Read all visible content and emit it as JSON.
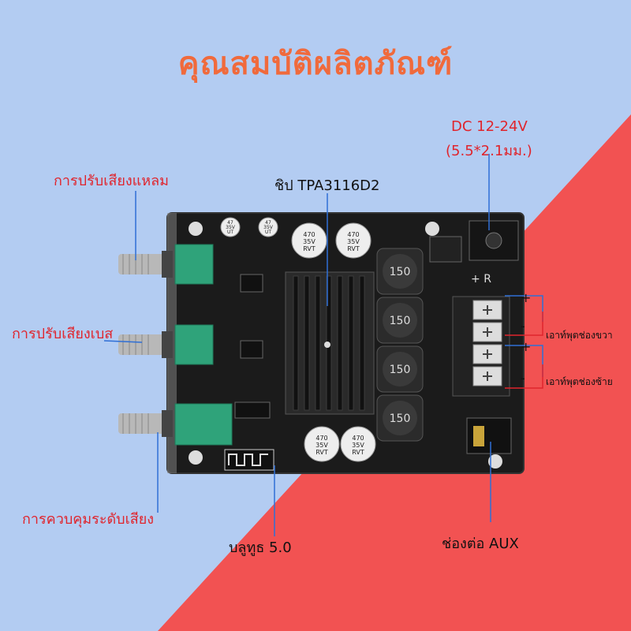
{
  "page": {
    "title": "คุณสมบัติผลิตภัณฑ์",
    "colors": {
      "background_blue": "#b3ccf2",
      "background_red": "#f25252",
      "title": "#f06a3c",
      "label_red": "#e0242c",
      "leader_line": "#2f6fd6",
      "board": "#1a1a1a",
      "knob_green": "#2fa37a"
    }
  },
  "labels": {
    "treble": "การปรับเสียงแหลม",
    "bass": "การปรับเสียงเบส",
    "volume": "การควบคุมระดับเสียง",
    "chip": "ชิป TPA3116D2",
    "dc_line1": "DC 12-24V",
    "dc_line2": "(5.5*2.1มม.)",
    "right_output": "เอาท์พุตช่องขวา",
    "left_output": "เอาท์พุตช่องซ้าย",
    "plus": "+",
    "minus": "-",
    "bluetooth": "บลูทูธ 5.0",
    "aux": "ช่องต่อ AUX"
  },
  "board": {
    "inductor_label": "150",
    "cap_large": [
      "470",
      "35V",
      "RVT"
    ],
    "cap_small": [
      "47",
      "35V",
      "UT"
    ],
    "plug_text": "+  R"
  }
}
